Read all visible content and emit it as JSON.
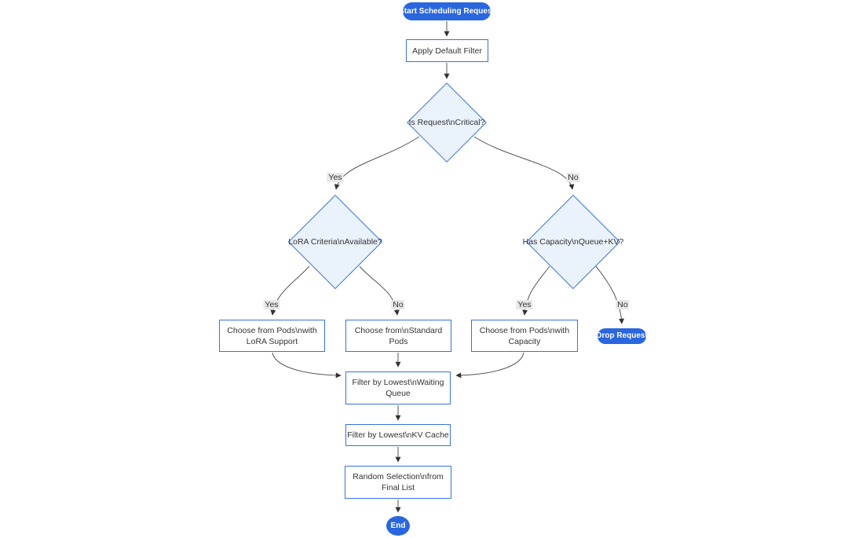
{
  "diagram": {
    "nodes": {
      "start": {
        "label": "Start Scheduling Request"
      },
      "apply_filter": {
        "label": "Apply Default Filter"
      },
      "is_critical": {
        "label": "Is Request\\nCritical?"
      },
      "lora_criteria": {
        "label": "LoRA Criteria\\nAvailable?"
      },
      "has_capacity": {
        "label": "Has Capacity\\nQueue+KV?"
      },
      "choose_lora": {
        "lines": [
          "Choose from Pods\\nwith",
          "LoRA Support"
        ]
      },
      "choose_standard": {
        "lines": [
          "Choose from\\nStandard",
          "Pods"
        ]
      },
      "choose_capacity": {
        "lines": [
          "Choose from Pods\\nwith",
          "Capacity"
        ]
      },
      "drop_request": {
        "label": "Drop Request"
      },
      "filter_waiting": {
        "lines": [
          "Filter by Lowest\\nWaiting",
          "Queue"
        ]
      },
      "filter_kv": {
        "label": "Filter by Lowest\\nKV Cache"
      },
      "random_selection": {
        "lines": [
          "Random Selection\\nfrom",
          "Final List"
        ]
      },
      "end": {
        "label": "End"
      }
    },
    "edge_labels": {
      "yes": "Yes",
      "no": "No"
    },
    "colors": {
      "accent": "#2a66de",
      "node_border": "#3672e0",
      "decision_fill": "#eaf2fc",
      "node_fill": "#ffffff",
      "text": "#333333",
      "edge": "#555555",
      "edge_label_bg": "#e8e8e8"
    }
  }
}
